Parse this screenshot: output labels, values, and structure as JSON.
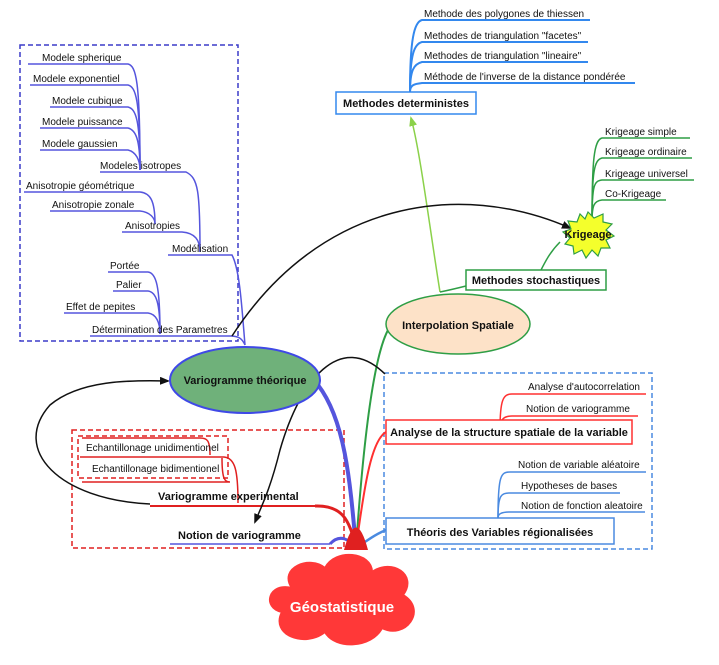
{
  "root": "Géostatistique",
  "interpolation": {
    "title": "Interpolation Spatiale",
    "deterministes": {
      "title": "Methodes deterministes",
      "items": [
        "Methode des polygones de thiessen",
        "Methodes de triangulation \"facetes\"",
        "Methodes de triangulation \"lineaire\"",
        "Méthode de l'inverse de la distance pondérée"
      ]
    },
    "stochastiques": {
      "title": "Methodes stochastiques",
      "krigeage": "Krigeage",
      "items": [
        "Krigeage simple",
        "Krigeage ordinaire",
        "Krigeage universel",
        "Co-Krigeage"
      ]
    }
  },
  "variogramme_theorique": {
    "title": "Variogramme théorique",
    "modelisation": "Modélisation",
    "isotropes": "Modeles isotropes",
    "modeles": [
      "Modele spherique",
      "Modele exponentiel",
      "Modele cubique",
      "Modele puissance",
      "Modele gaussien"
    ],
    "anisotropies": [
      "Anisotropie géométrique",
      "Anisotropie zonale",
      "Anisotropies"
    ],
    "determination": "Détermination des Parametres",
    "parametres": [
      "Portée",
      "Palier",
      "Effet de pepites"
    ]
  },
  "notion": {
    "title": "Notion de variogramme",
    "experimental": "Variogramme experimental",
    "echantillonnage": [
      "Echantillonage unidimentionel",
      "Echantillonage bidimentionel"
    ]
  },
  "theorie": {
    "title": "Théoris des Variables régionalisées",
    "items": [
      "Notion de variable aléatoire",
      "Hypotheses de bases",
      "Notion de fonction aleatoire"
    ],
    "analyse": "Analyse de la structure spatiale de la variable",
    "analyse_items": [
      "Analyse d'autocorrelation",
      "Notion de variogramme"
    ]
  },
  "colors": {
    "blue": "#3355dd",
    "violet": "#5555dd",
    "green": "#2e9e45",
    "lightgreen": "#8bd14a",
    "red": "#ff3030",
    "darkred": "#e02020",
    "bluedash": "#4a8ae0",
    "black": "#111111"
  }
}
